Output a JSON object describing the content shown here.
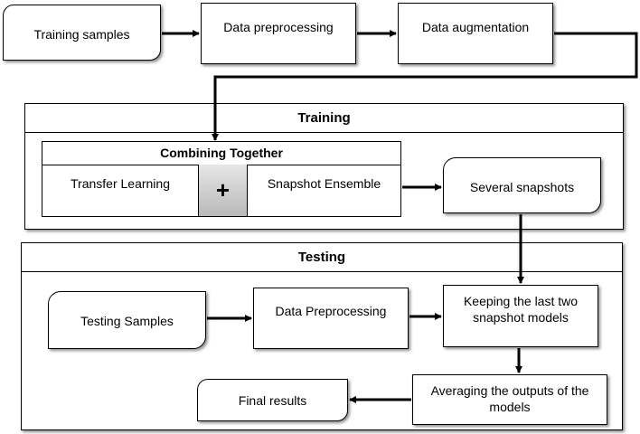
{
  "top_row": {
    "training_samples": "Training samples",
    "data_preprocessing": "Data preprocessing",
    "data_augmentation": "Data augmentation"
  },
  "training": {
    "title": "Training",
    "combining_title": "Combining Together",
    "transfer_learning": "Transfer Learning",
    "plus": "+",
    "snapshot_ensemble": "Snapshot Ensemble",
    "several_snapshots": "Several snapshots"
  },
  "testing": {
    "title": "Testing",
    "testing_samples": "Testing Samples",
    "data_preprocessing": "Data Preprocessing",
    "keeping_models": "Keeping the last two snapshot models",
    "averaging_outputs": "Averaging the outputs of the models",
    "final_results": "Final results"
  }
}
